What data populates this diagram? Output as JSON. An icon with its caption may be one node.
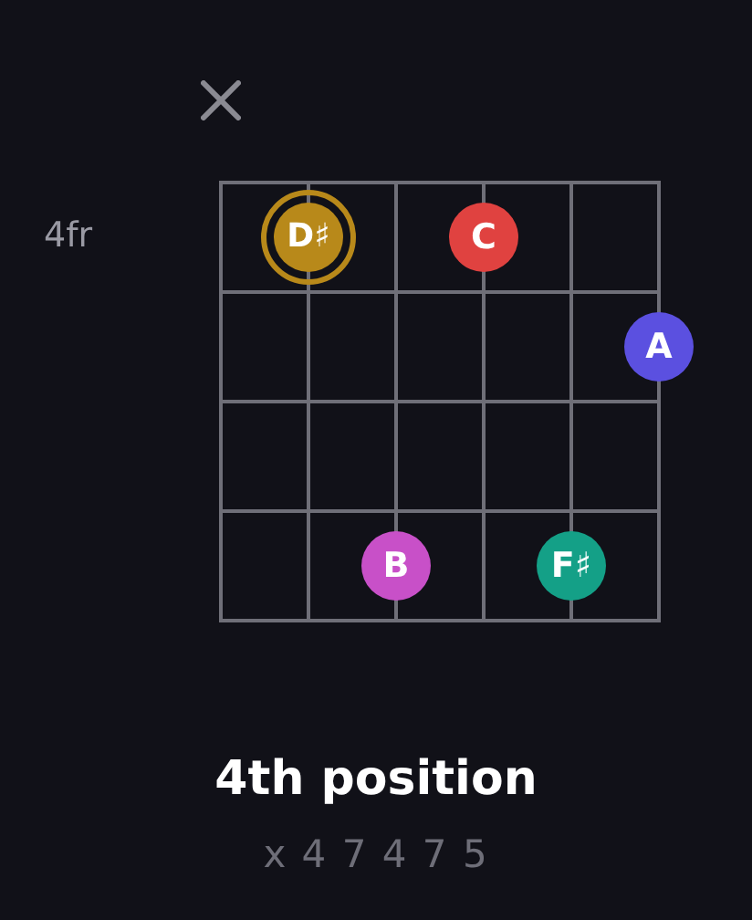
{
  "diagram": {
    "title": "4th position",
    "nodes": [
      {
        "text": [
          "D♯"
        ]
      },
      {
        "text": [
          "C"
        ]
      },
      {
        "text": [
          "A"
        ]
      },
      {
        "text": [
          "B"
        ]
      },
      {
        "text": [
          "F♯"
        ]
      }
    ],
    "labels": [
      "4fr",
      "x 4 7 4 7 5"
    ]
  }
}
